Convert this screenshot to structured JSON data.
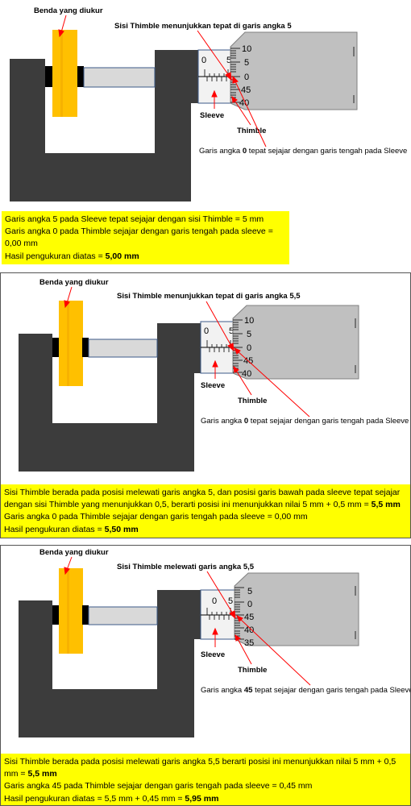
{
  "labels": {
    "object": "Benda yang diukur",
    "sleeve": "Sleeve",
    "thimble": "Thimble",
    "sleeve_zero": "0",
    "sleeve_five": "5"
  },
  "panels": [
    {
      "top_note_prefix": "Sisi Thimble menunjukkan tepat di garis angka ",
      "top_note_value": "5",
      "bottom_note_prefix": "Garis angka ",
      "bottom_note_value": "0",
      "bottom_note_suffix": " tepat sejajar dengan garis tengah pada Sleeve",
      "thimble_numbers": [
        "10",
        "5",
        "0",
        "45",
        "40"
      ],
      "caption": [
        {
          "text": "Garis angka 5 pada Sleeve tepat sejajar dengan sisi Thimble = 5 mm"
        },
        {
          "text": "Garis angka 0 pada Thimble sejajar dengan garis tengah pada sleeve ="
        },
        {
          "text": "0,00 mm"
        },
        {
          "text": "Hasil pengukuran diatas = ",
          "bold": "5,00 mm"
        }
      ]
    },
    {
      "top_note_prefix": "Sisi Thimble menunjukkan tepat di garis angka ",
      "top_note_value": "5,5",
      "bottom_note_prefix": "Garis angka ",
      "bottom_note_value": "0",
      "bottom_note_suffix": " tepat sejajar dengan garis tengah pada Sleeve",
      "thimble_numbers": [
        "10",
        "5",
        "0",
        "45",
        "40"
      ],
      "caption": [
        {
          "text": "Sisi Thimble berada pada posisi melewati garis angka 5, dan posisi garis bawah pada sleeve tepat sejajar"
        },
        {
          "text": "dengan sisi Thimble yang menunjukkan  0,5, berarti posisi ini menunjukkan  nilai 5 mm + 0,5 mm = ",
          "bold": "5,5 mm"
        },
        {
          "text": "Garis angka 0 pada Thimble sejajar dengan garis tengah pada sleeve = 0,00 mm"
        },
        {
          "text": "Hasil pengukuran diatas = ",
          "bold": "5,50 mm"
        }
      ]
    },
    {
      "top_note_prefix": "Sisi Thimble melewati garis angka ",
      "top_note_value": "5,5",
      "bottom_note_prefix": "Garis angka ",
      "bottom_note_value": "45",
      "bottom_note_suffix": " tepat sejajar dengan garis tengah pada Sleeve",
      "thimble_numbers": [
        "5",
        "0",
        "45",
        "40",
        "35"
      ],
      "caption": [
        {
          "text": "Sisi Thimble berada pada posisi melewati garis angka 5,5 berarti posisi ini menunjukkan nilai 5 mm + 0,5"
        },
        {
          "text": "mm = ",
          "bold": "5,5 mm"
        },
        {
          "text": "Garis angka 45 pada Thimble sejajar dengan garis tengah pada sleeve = 0,45 mm"
        },
        {
          "text": "Hasil pengukuran diatas = 5,5 mm + 0,45 mm = ",
          "bold": "5,95 mm"
        }
      ]
    }
  ],
  "colors": {
    "frame": "#3c3c3c",
    "object": "#ffc000",
    "spindle": "#d9d9d9",
    "thimble": "#c0c0c0",
    "arrow": "#ff0000",
    "caption_bg": "#ffff00"
  }
}
